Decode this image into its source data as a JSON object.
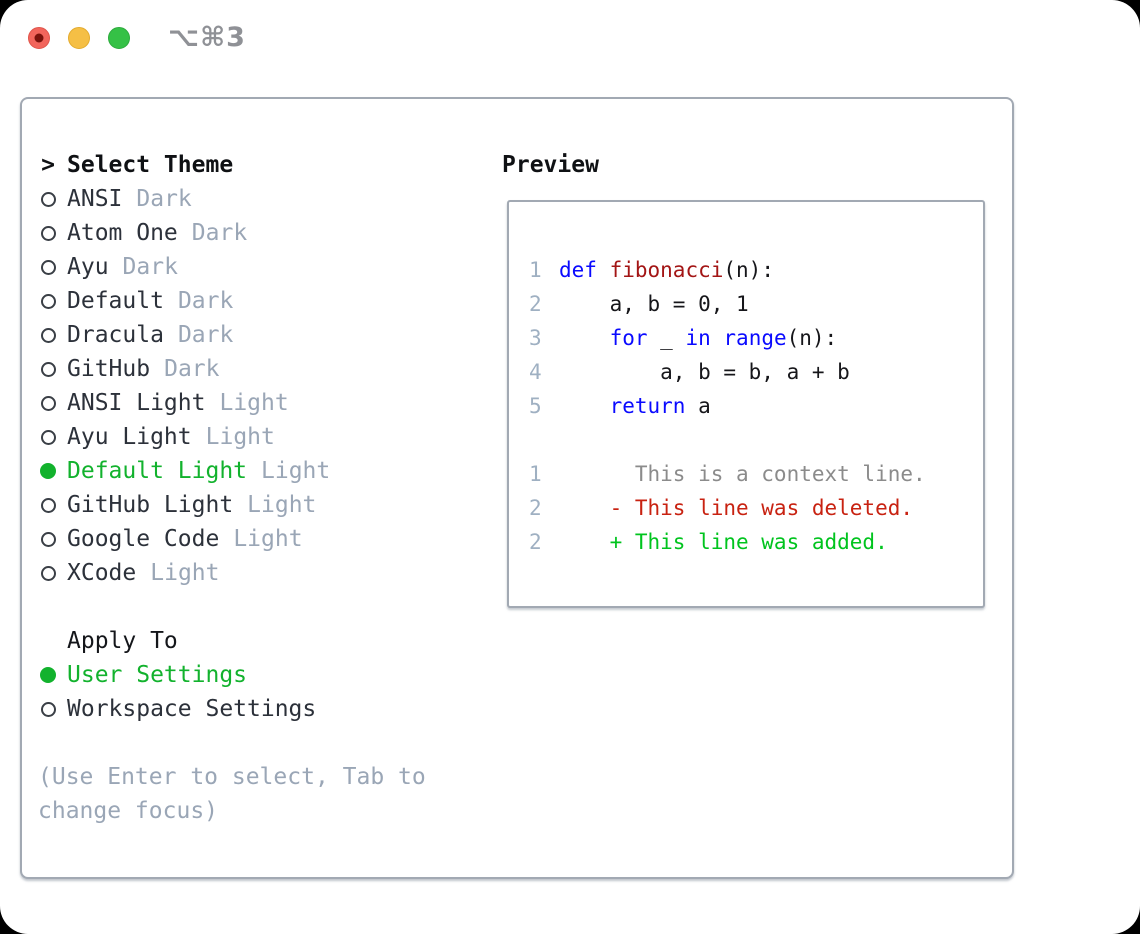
{
  "titlebar": {
    "title": "⌥⌘3",
    "buttons": [
      "close",
      "minimize",
      "zoom"
    ]
  },
  "left": {
    "prompt": ">",
    "header": "Select Theme",
    "themes": [
      {
        "name": "ANSI",
        "variant": "Dark",
        "selected": false
      },
      {
        "name": "Atom One",
        "variant": "Dark",
        "selected": false
      },
      {
        "name": "Ayu",
        "variant": "Dark",
        "selected": false
      },
      {
        "name": "Default",
        "variant": "Dark",
        "selected": false
      },
      {
        "name": "Dracula",
        "variant": "Dark",
        "selected": false
      },
      {
        "name": "GitHub",
        "variant": "Dark",
        "selected": false
      },
      {
        "name": "ANSI Light",
        "variant": "Light",
        "selected": false
      },
      {
        "name": "Ayu Light",
        "variant": "Light",
        "selected": false
      },
      {
        "name": "Default Light",
        "variant": "Light",
        "selected": true
      },
      {
        "name": "GitHub Light",
        "variant": "Light",
        "selected": false
      },
      {
        "name": "Google Code",
        "variant": "Light",
        "selected": false
      },
      {
        "name": "XCode",
        "variant": "Light",
        "selected": false
      }
    ],
    "apply_header": "Apply To",
    "apply_options": [
      {
        "name": "User Settings",
        "selected": true
      },
      {
        "name": "Workspace Settings",
        "selected": false
      }
    ],
    "hint_line1": "(Use Enter to select, Tab to",
    "hint_line2": "change focus)"
  },
  "preview": {
    "header": "Preview",
    "lines": [
      {
        "num": "1",
        "segments": [
          {
            "c": "kw",
            "t": "def"
          },
          {
            "c": "plain",
            "t": " "
          },
          {
            "c": "fn",
            "t": "fibonacci"
          },
          {
            "c": "plain",
            "t": "(n):"
          }
        ]
      },
      {
        "num": "2",
        "segments": [
          {
            "c": "plain",
            "t": "    a, b = 0, 1"
          }
        ]
      },
      {
        "num": "3",
        "segments": [
          {
            "c": "plain",
            "t": "    "
          },
          {
            "c": "kw",
            "t": "for"
          },
          {
            "c": "plain",
            "t": " _ "
          },
          {
            "c": "kw",
            "t": "in"
          },
          {
            "c": "plain",
            "t": " "
          },
          {
            "c": "kw",
            "t": "range"
          },
          {
            "c": "plain",
            "t": "(n):"
          }
        ]
      },
      {
        "num": "4",
        "segments": [
          {
            "c": "plain",
            "t": "        a, b = b, a + b"
          }
        ]
      },
      {
        "num": "5",
        "segments": [
          {
            "c": "plain",
            "t": "    "
          },
          {
            "c": "kw",
            "t": "return"
          },
          {
            "c": "plain",
            "t": " a"
          }
        ]
      },
      {
        "num": "",
        "segments": []
      },
      {
        "num": "1",
        "segments": [
          {
            "c": "context",
            "t": "      This is a context line."
          }
        ]
      },
      {
        "num": "2",
        "segments": [
          {
            "c": "deleted",
            "t": "    - This line was deleted."
          }
        ]
      },
      {
        "num": "2",
        "segments": [
          {
            "c": "added",
            "t": "    + This line was added."
          }
        ]
      }
    ]
  },
  "colors": {
    "accent_green": "#12b22d",
    "added_green": "#00c41e",
    "deleted_red": "#c82211",
    "keyword_blue": "#0a0aff",
    "function_red": "#a31515",
    "context_gray": "#8b8b8b",
    "line_number": "#9fb0c2",
    "muted_text": "#9aa6b6",
    "border_gray": "#a2a9b3",
    "traffic_red": "#f2655c",
    "traffic_yellow": "#f5bf45",
    "traffic_green": "#35c146"
  }
}
